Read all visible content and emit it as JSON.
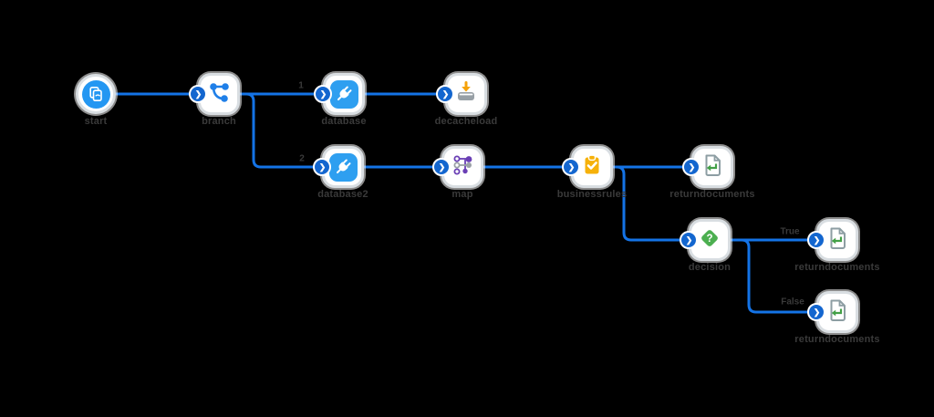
{
  "diagram": {
    "nodes": [
      {
        "label": "start",
        "icon": "start-document-icon"
      },
      {
        "label": "branch",
        "icon": "branch-icon"
      },
      {
        "label": "database",
        "icon": "plug-icon"
      },
      {
        "label": "decacheload",
        "icon": "cache-load-icon"
      },
      {
        "label": "database2",
        "icon": "plug-icon"
      },
      {
        "label": "map",
        "icon": "map-icon"
      },
      {
        "label": "businessrules",
        "icon": "clipboard-check-icon"
      },
      {
        "label": "returndocuments",
        "icon": "return-document-icon"
      },
      {
        "label": "decision",
        "icon": "decision-diamond-icon"
      },
      {
        "label": "returndocuments",
        "icon": "return-document-icon"
      },
      {
        "label": "returndocuments",
        "icon": "return-document-icon"
      }
    ],
    "edge_labels": {
      "branch_path_1": "1",
      "branch_path_2": "2",
      "decision_true": "True",
      "decision_false": "False"
    },
    "port_glyph": "❯",
    "colors": {
      "background": "#000000",
      "connector_blue": "#1473e6",
      "port_blue": "#1366cf",
      "node_blue": "#2e9ff0",
      "branch_blue": "#1f7fe8",
      "amber": "#f6b10a",
      "orange_arrow": "#f5a20a",
      "tray_gray": "#98a0a6",
      "green": "#4caf50",
      "return_green": "#43a047",
      "map_purple": "#6a3fb5",
      "label_gray": "#3a3a3a"
    }
  }
}
